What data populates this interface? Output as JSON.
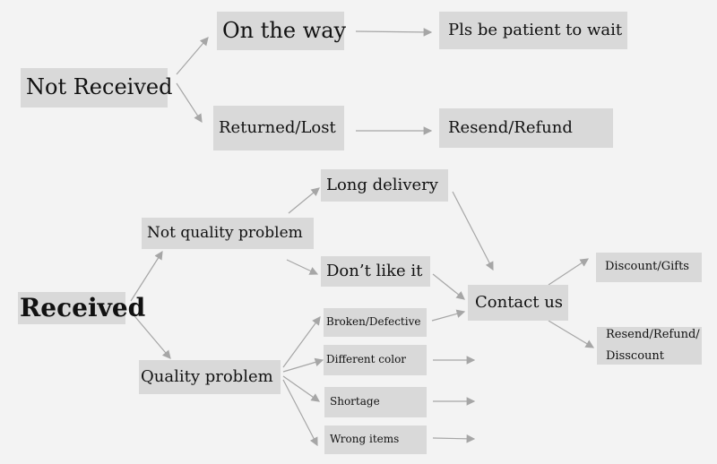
{
  "nodes": {
    "not_received": "Not Received",
    "on_the_way": "On the way",
    "pls_wait": "Pls be patient to wait",
    "returned_lost": "Returned/Lost",
    "resend_refund": "Resend/Refund",
    "received": "Received",
    "not_quality_problem": "Not quality problem",
    "long_delivery": "Long delivery",
    "dont_like_it": "Don’t like it",
    "contact_us": "Contact us",
    "discount_gifts": "Discount/Gifts",
    "resend_refund_disscount_line1": "Resend/Refund/",
    "resend_refund_disscount_line2": "Disscount",
    "quality_problem": "Quality problem",
    "broken_defective": "Broken/Defective",
    "different_color": "Different color",
    "shortage": "Shortage",
    "wrong_items": "Wrong items"
  },
  "colors": {
    "box_fill": "#d9d9d9",
    "arrow": "#a6a6a6",
    "background": "#f3f3f3"
  }
}
